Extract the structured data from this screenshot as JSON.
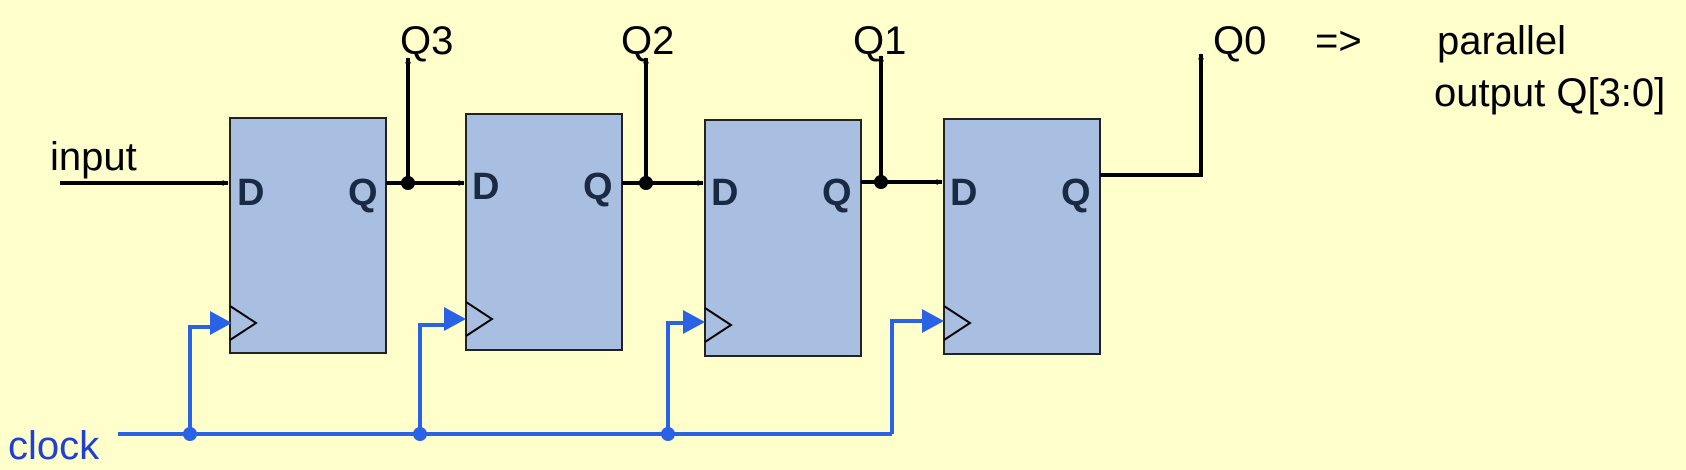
{
  "diagram": {
    "labels": {
      "input": "input",
      "clock": "clock",
      "arrow_text": "=>",
      "parallel_line1": "parallel",
      "parallel_line2": "output Q[3:0]"
    },
    "outputs": [
      "Q3",
      "Q2",
      "Q1",
      "Q0"
    ],
    "flip_flops": [
      {
        "d_label": "D",
        "q_label": "Q"
      },
      {
        "d_label": "D",
        "q_label": "Q"
      },
      {
        "d_label": "D",
        "q_label": "Q"
      },
      {
        "d_label": "D",
        "q_label": "Q"
      }
    ],
    "colors": {
      "background": "#ffffcc",
      "flip_flop_fill": "#a9bfe1",
      "flip_flop_stroke": "#222222",
      "wire": "#000000",
      "clock_wire": "#2a62e6",
      "clock_text": "#1f3fd6",
      "pin_text": "#1b2a44"
    }
  }
}
